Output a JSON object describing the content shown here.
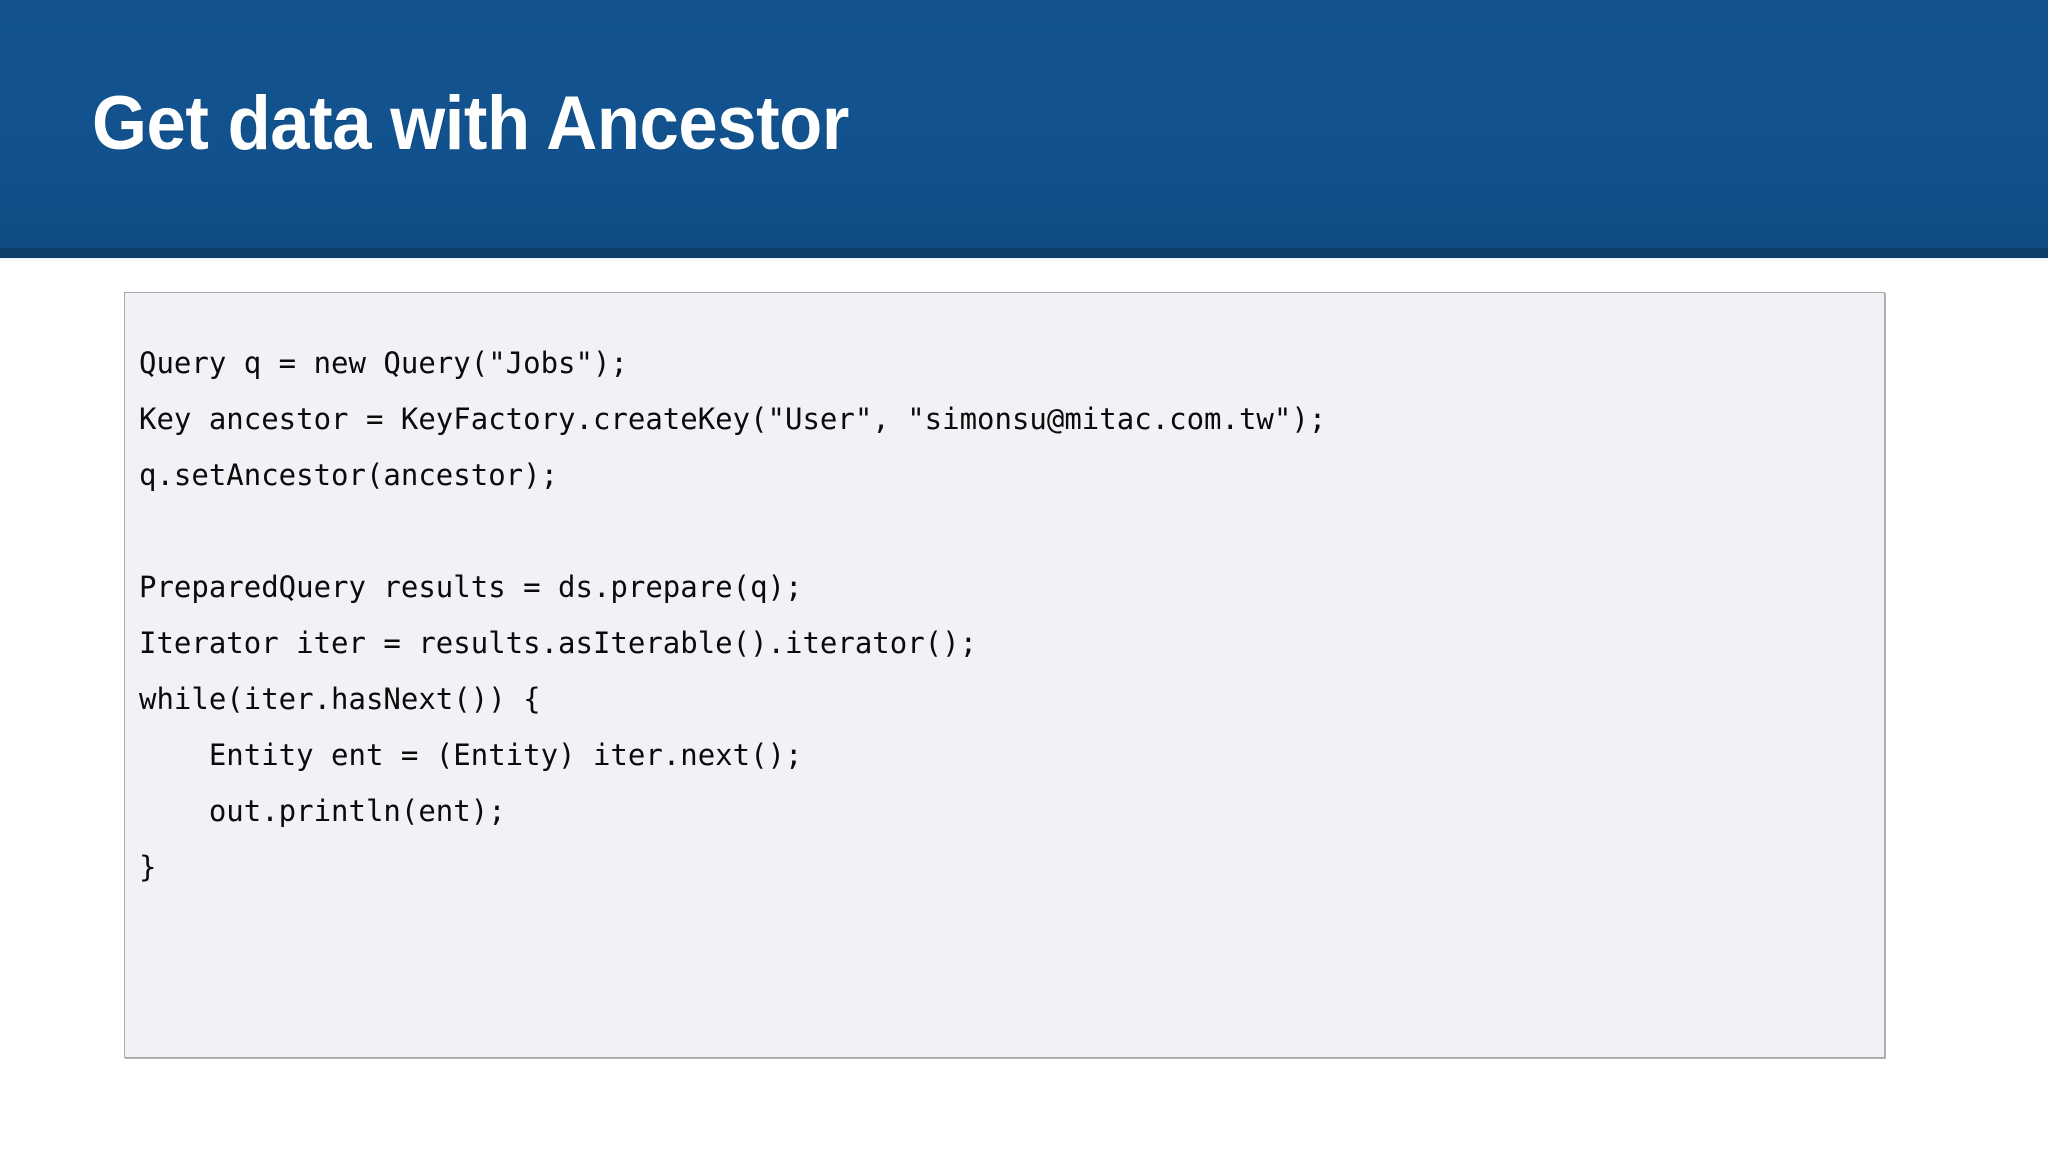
{
  "slide": {
    "title": "Get data with Ancestor",
    "header_color": "#12538F",
    "header_underline_color": "#0E3F6B",
    "title_color": "#FFFFFF",
    "background_color": "#FFFFFF"
  },
  "code_block": {
    "background_color": "#F3F1F5",
    "border_color": "#ACA8AF",
    "text_color": "#0B0B0B",
    "language": "java",
    "lines": [
      "Query q = new Query(\"Jobs\");",
      "Key ancestor = KeyFactory.createKey(\"User\", \"simonsu@mitac.com.tw\");",
      "q.setAncestor(ancestor);",
      "",
      "PreparedQuery results = ds.prepare(q);",
      "Iterator iter = results.asIterable().iterator();",
      "while(iter.hasNext()) {",
      "    Entity ent = (Entity) iter.next();",
      "    out.println(ent);",
      "}"
    ]
  }
}
